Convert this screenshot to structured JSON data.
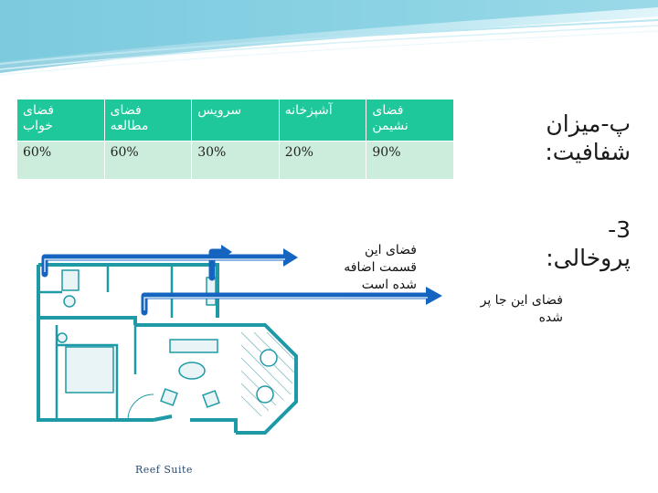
{
  "table": {
    "headers": [
      "فضای\nخواب",
      "فضای\nمطالعه",
      "سرویس",
      "آشپزخانه",
      "فضای\nنشیمن"
    ],
    "values": [
      "60%",
      "60%",
      "30%",
      "20%",
      "90%"
    ]
  },
  "headings": {
    "transparency": "پ-میزان\nشفافیت:",
    "solid_void": "3-\nپروخالی:"
  },
  "annotations": {
    "added_space": "فضای این\nقسمت اضافه\nشده است",
    "filled_space": "فضای این جا پر\nشده"
  },
  "plan": {
    "caption": "Reef Suite"
  },
  "colors": {
    "header_bg": "#1fc89a",
    "cell_bg": "#ccecdc",
    "arrow": "#1565c0",
    "plan_wall": "#1e9aa6"
  }
}
